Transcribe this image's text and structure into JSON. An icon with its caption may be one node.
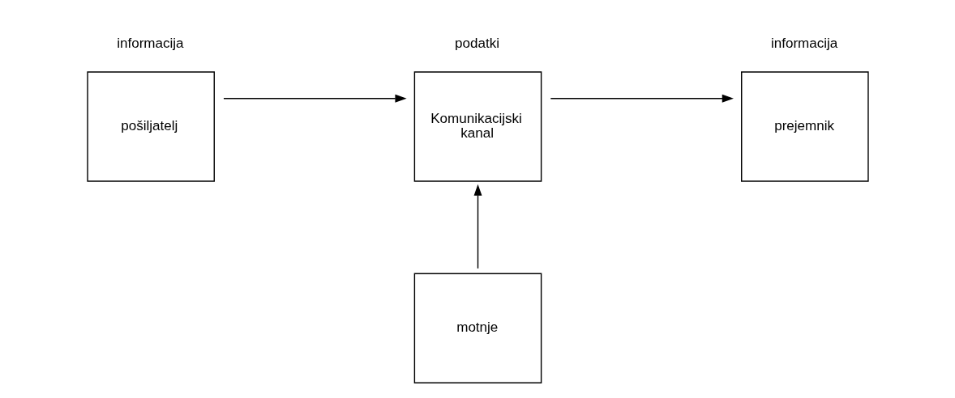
{
  "diagram": {
    "nodes": [
      {
        "text": [
          "pošiljatelj"
        ],
        "beside": [
          "informacija"
        ]
      },
      {
        "text": [
          "Komunikacijski kanal"
        ],
        "beside": [
          "podatki"
        ]
      },
      {
        "text": [
          "prejemnik"
        ],
        "beside": [
          "informacija"
        ]
      },
      {
        "text": [
          "motnje"
        ]
      }
    ],
    "edges": [
      {
        "from": 0,
        "to": 1,
        "arrow": "to"
      },
      {
        "from": 1,
        "to": 2,
        "arrow": "to"
      },
      {
        "from": 3,
        "to": 1,
        "arrow": "to"
      }
    ]
  }
}
